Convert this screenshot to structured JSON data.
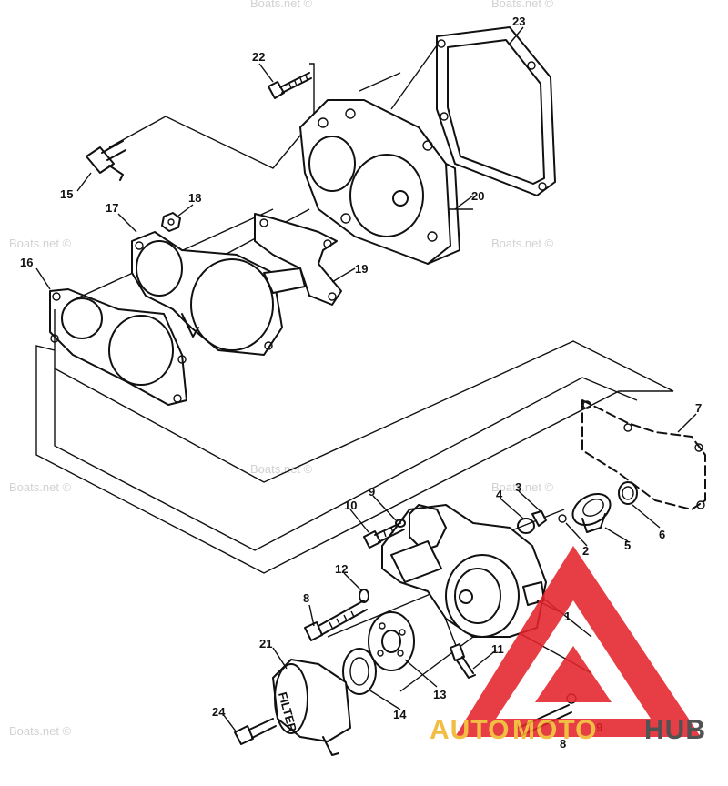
{
  "watermark_text": "Boats.net ©",
  "part_numbers": [
    "1",
    "2",
    "3",
    "4",
    "5",
    "6",
    "7",
    "8",
    "9",
    "10",
    "11",
    "12",
    "13",
    "14",
    "15",
    "16",
    "17",
    "18",
    "19",
    "20",
    "21",
    "22",
    "23",
    "24"
  ],
  "extra_numbers": {
    "eight_b": "8",
    "nine_b": "9"
  },
  "cover_text": "FILTER",
  "logo": {
    "word1": "AUTO",
    "word2": "MOTO",
    "word3": "HUB",
    "colors": {
      "auto": "#f0b62a",
      "moto": "#f0b62a",
      "hub": "#3b3b3b",
      "triangle": "#e4232b"
    }
  }
}
